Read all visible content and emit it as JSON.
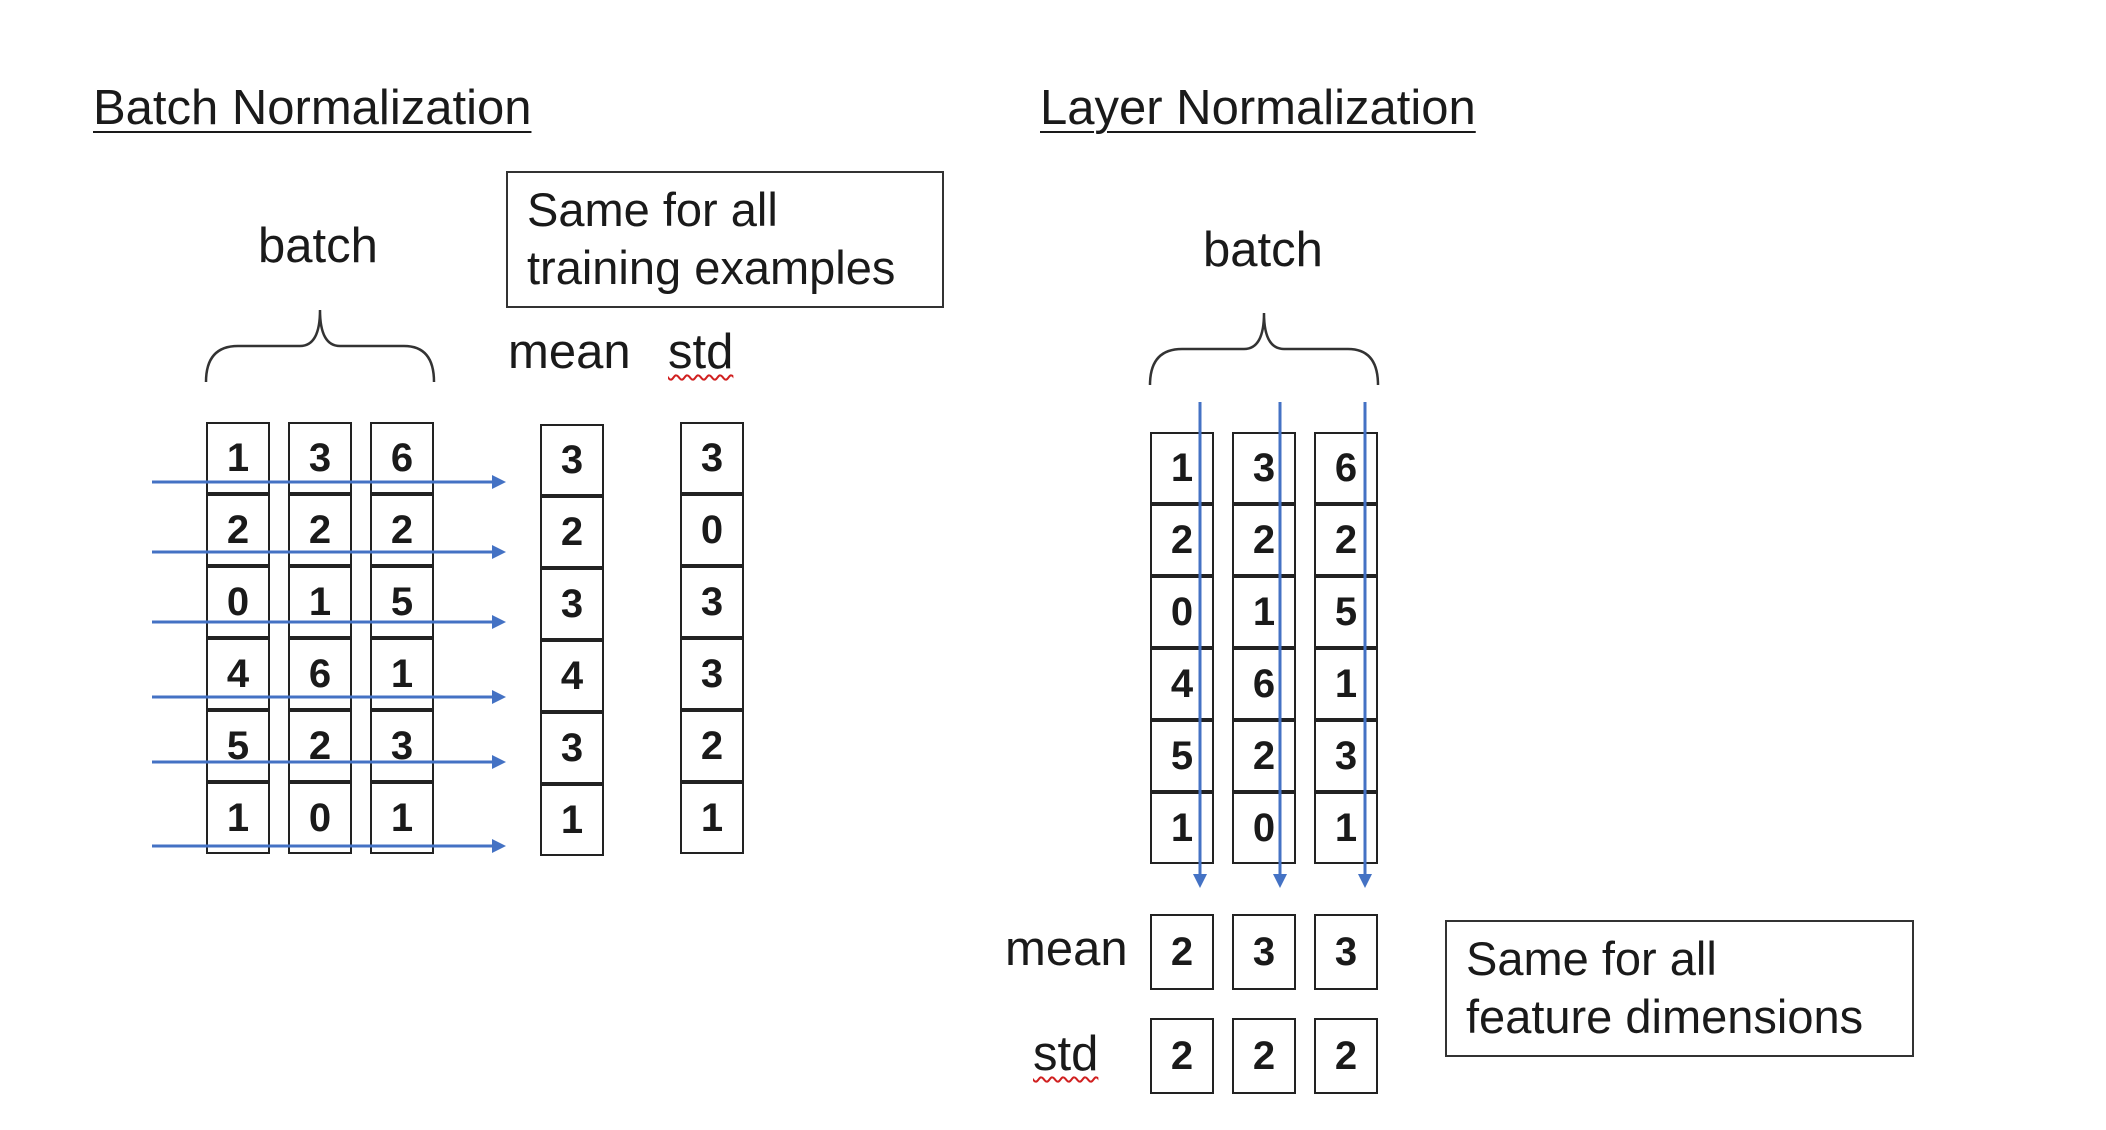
{
  "batch_norm": {
    "title": "Batch Normalization",
    "batch_label": "batch",
    "note_lines": [
      "Same for all",
      "training examples"
    ],
    "mean_label": "mean",
    "std_label": "std",
    "rows": [
      [
        1,
        3,
        6
      ],
      [
        2,
        2,
        2
      ],
      [
        0,
        1,
        5
      ],
      [
        4,
        6,
        1
      ],
      [
        5,
        2,
        3
      ],
      [
        1,
        0,
        1
      ]
    ],
    "mean_values": [
      3,
      2,
      3,
      4,
      3,
      1
    ],
    "std_values": [
      3,
      0,
      3,
      3,
      2,
      1
    ]
  },
  "layer_norm": {
    "title": "Layer Normalization",
    "batch_label": "batch",
    "note_lines": [
      "Same for all",
      "feature dimensions"
    ],
    "mean_label": "mean",
    "std_label": "std",
    "rows": [
      [
        1,
        3,
        6
      ],
      [
        2,
        2,
        2
      ],
      [
        0,
        1,
        5
      ],
      [
        4,
        6,
        1
      ],
      [
        5,
        2,
        3
      ],
      [
        1,
        0,
        1
      ]
    ],
    "mean_values": [
      2,
      3,
      3
    ],
    "std_values": [
      2,
      2,
      2
    ]
  },
  "colors": {
    "arrow": "#4472c4",
    "border": "#222222",
    "text": "#1a1a1a"
  }
}
